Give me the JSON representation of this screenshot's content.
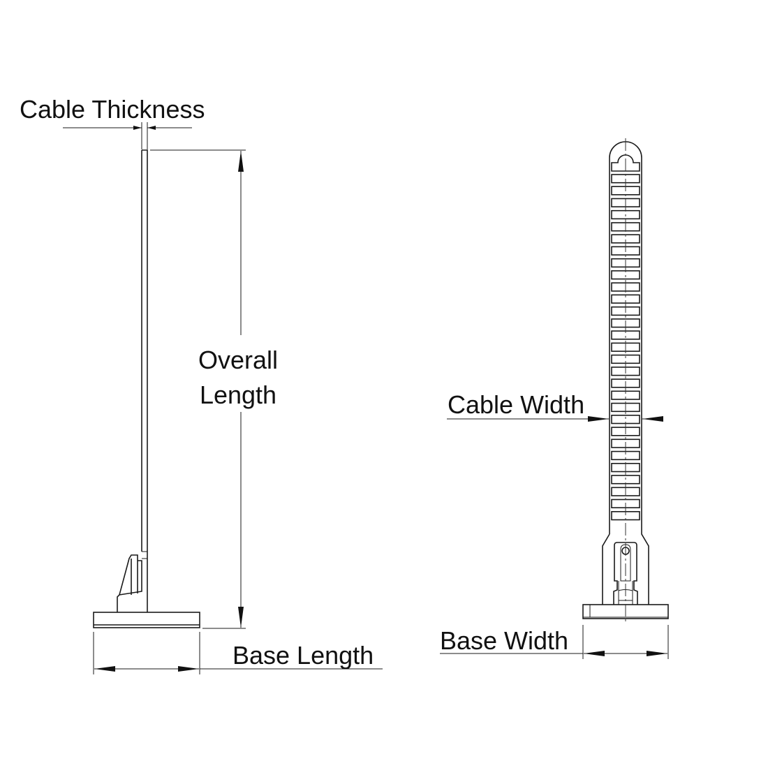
{
  "labels": {
    "cable_thickness": "Cable Thickness",
    "overall_length_1": "Overall",
    "overall_length_2": "Length",
    "base_length": "Base Length",
    "cable_width": "Cable Width",
    "base_width": "Base Width"
  },
  "front_view": {
    "slot_count": 29
  },
  "colors": {
    "line": "#1a1a1a",
    "background": "#ffffff"
  }
}
